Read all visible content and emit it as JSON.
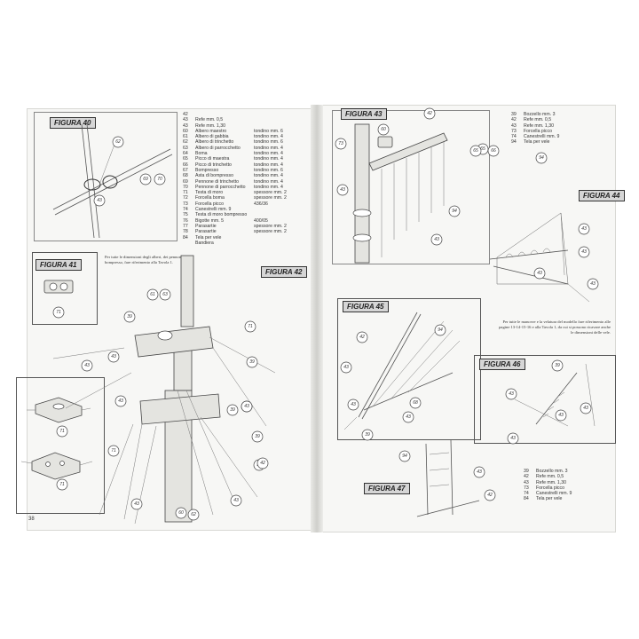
{
  "figures": {
    "f40": "FIGURA 40",
    "f41": "FIGURA 41",
    "f42": "FIGURA 42",
    "f43": "FIGURA 43",
    "f44": "FIGURA 44",
    "f45": "FIGURA 45",
    "f46": "FIGURA 46",
    "f47": "FIGURA 47"
  },
  "page_number": "38",
  "left_parts": [
    {
      "n": "42",
      "d": "",
      "s": ""
    },
    {
      "n": "43",
      "d": "Refe mm. 0,5",
      "s": ""
    },
    {
      "n": "43",
      "d": "Refe mm. 1,30",
      "s": ""
    },
    {
      "n": "60",
      "d": "Albero maestro",
      "s": "tondino mm. 6"
    },
    {
      "n": "61",
      "d": "Albero di gabbia",
      "s": "tondino mm. 4"
    },
    {
      "n": "62",
      "d": "Albero di trinchetto",
      "s": "tondino mm. 6"
    },
    {
      "n": "63",
      "d": "Albero di parrocchetto",
      "s": "tondino mm. 4"
    },
    {
      "n": "64",
      "d": "Boma",
      "s": "tondino mm. 4"
    },
    {
      "n": "65",
      "d": "Picco di maestra",
      "s": "tondino mm. 4"
    },
    {
      "n": "66",
      "d": "Picco di trinchetto",
      "s": "tondino mm. 4"
    },
    {
      "n": "67",
      "d": "Bompresso",
      "s": "tondino mm. 6"
    },
    {
      "n": "68",
      "d": "Asta di bompresso",
      "s": "tondino mm. 4"
    },
    {
      "n": "69",
      "d": "Pennone di trinchetto",
      "s": "tondino mm. 4"
    },
    {
      "n": "70",
      "d": "Pennone di parrocchetto",
      "s": "tondino mm. 4"
    },
    {
      "n": "71",
      "d": "Testa di moro",
      "s": "spessore mm. 2"
    },
    {
      "n": "72",
      "d": "Forcella boma",
      "s": "spessore mm. 2"
    },
    {
      "n": "73",
      "d": "Forcella picco",
      "s": "436/36"
    },
    {
      "n": "74",
      "d": "Canestrelli mm. 9",
      "s": ""
    },
    {
      "n": "75",
      "d": "Testa di moro bompresso",
      "s": ""
    },
    {
      "n": "76",
      "d": "Bigotte mm. 5",
      "s": "400/05"
    },
    {
      "n": "77",
      "d": "Parasartie",
      "s": "spessore mm. 2"
    },
    {
      "n": "78",
      "d": "Parasartie",
      "s": "spessore mm. 2"
    },
    {
      "n": "84",
      "d": "Tela per vele",
      "s": ""
    },
    {
      "n": "",
      "d": "Bandiera",
      "s": ""
    }
  ],
  "right_parts_top": [
    {
      "n": "39",
      "d": "Bozzello mm. 3"
    },
    {
      "n": "42",
      "d": "Refe mm. 0,5"
    },
    {
      "n": "43",
      "d": "Refe mm. 1,30"
    },
    {
      "n": "73",
      "d": "Forcella picco"
    },
    {
      "n": "74",
      "d": "Canestrelli mm. 9"
    },
    {
      "n": "94",
      "d": "Tela per vele"
    }
  ],
  "right_parts_bottom": [
    {
      "n": "39",
      "d": "Bozzello mm. 3"
    },
    {
      "n": "42",
      "d": "Refe mm. 0,5"
    },
    {
      "n": "43",
      "d": "Refe mm. 1,30"
    },
    {
      "n": "73",
      "d": "Forcella picco"
    },
    {
      "n": "74",
      "d": "Canestrelli mm. 9"
    },
    {
      "n": "84",
      "d": "Tela per vele"
    }
  ],
  "notes": {
    "left": "Per tutte le dimensioni degli alberi, dei pennoni, del bompresso, fare riferimento alla Tavola 1.",
    "right": "Per tutte le manovre e la velatura del modello fare riferimento alle pagine 13-14-15-16 e alla Tavola 1, da cui si possono ricavare anche le dimensioni delle vele."
  },
  "callouts": {
    "f40": [
      "62",
      "43",
      "69",
      "70"
    ],
    "f41": [
      "71"
    ],
    "f41b": [
      "71",
      "71"
    ],
    "f42": [
      "61",
      "63",
      "39",
      "71",
      "43",
      "39",
      "43",
      "43",
      "42",
      "39",
      "71",
      "39",
      "43",
      "39",
      "43",
      "42",
      "60",
      "62",
      "43"
    ],
    "f43": [
      "42",
      "60",
      "65",
      "73",
      "43",
      "94",
      "43",
      "65",
      "66"
    ],
    "f44": [
      "94",
      "43",
      "43",
      "43",
      "43"
    ],
    "f45": [
      "42",
      "94",
      "43",
      "43",
      "68",
      "39",
      "43"
    ],
    "f46": [
      "39",
      "43",
      "43",
      "43",
      "43"
    ],
    "f47": [
      "94",
      "43",
      "42"
    ]
  },
  "colors": {
    "paper": "#f7f7f5",
    "ink": "#444444",
    "label_bg": "#d6d6d6"
  }
}
